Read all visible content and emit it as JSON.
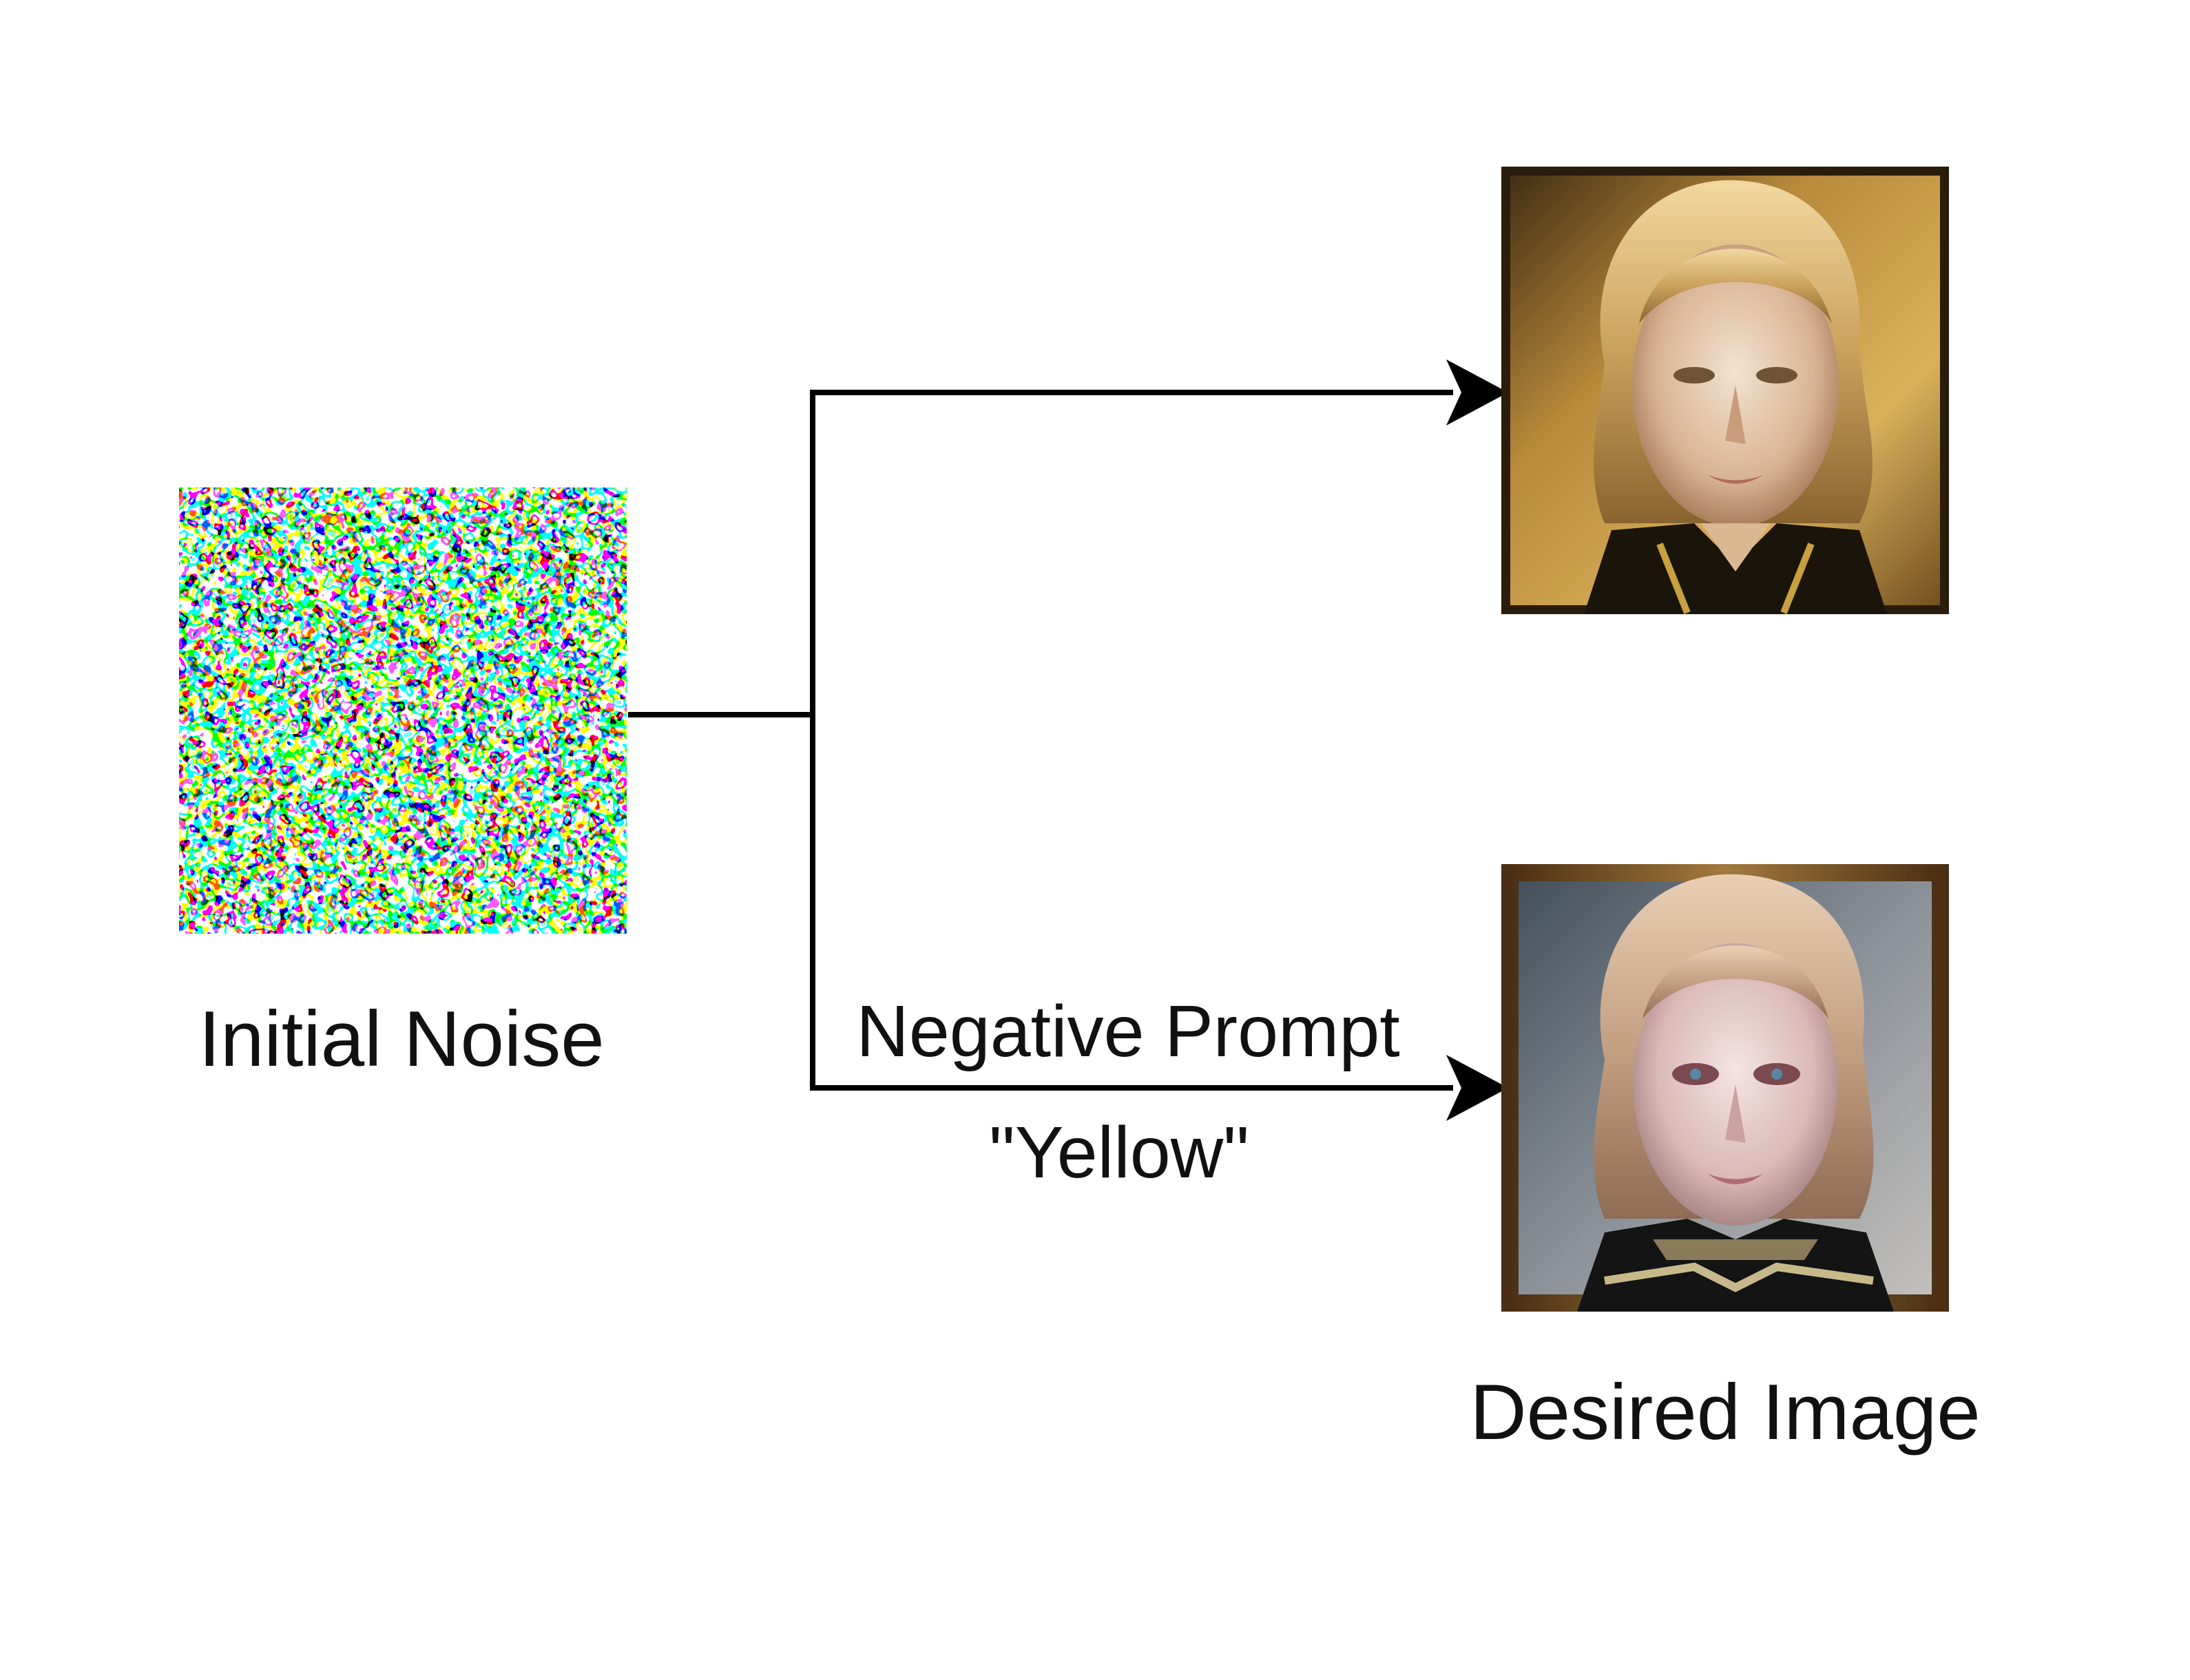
{
  "labels": {
    "initial_noise": "Initial Noise",
    "negative_prompt": "Negative Prompt",
    "negative_prompt_value": "\"Yellow\"",
    "desired_image": "Desired Image"
  },
  "colors": {
    "line": "#000000",
    "text": "#111111",
    "background": "#ffffff"
  },
  "images": {
    "noise": "noise-image",
    "portrait_top": "golden-portrait-image",
    "portrait_bottom": "portrait-without-yellow-image"
  }
}
